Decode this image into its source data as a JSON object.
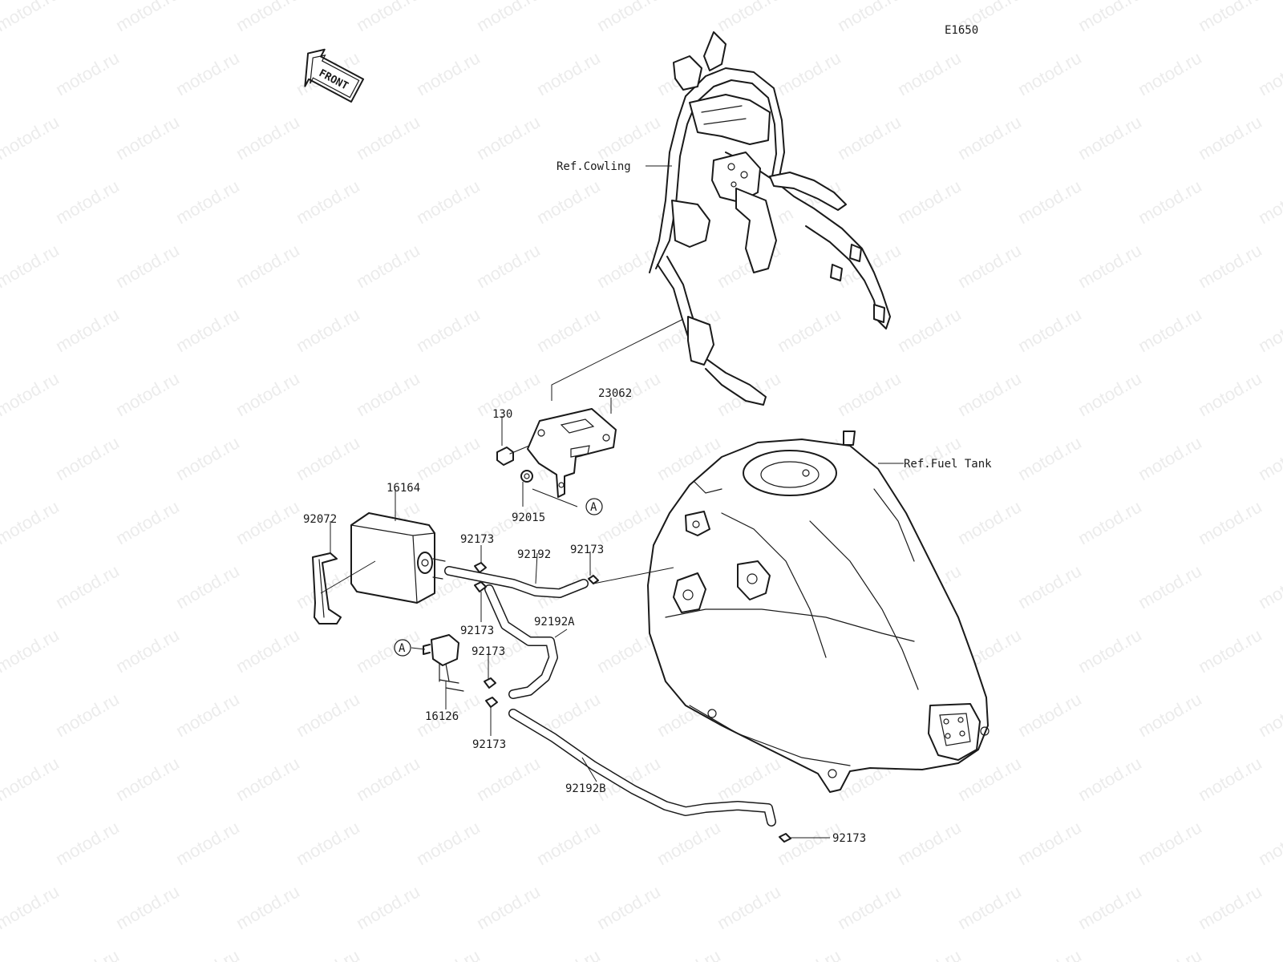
{
  "diagram": {
    "code": "E1650",
    "front_arrow_label": "FRONT",
    "watermark": "motod.ru",
    "refs": {
      "cowling": "Ref.Cowling",
      "fuel_tank": "Ref.Fuel Tank"
    },
    "parts": {
      "bracket": "23062",
      "bolt": "130",
      "nut": "92015",
      "canister": "16164",
      "canister_band": "92072",
      "valve": "16126",
      "hose": "92192",
      "hose_a": "92192A",
      "hose_b": "92192B",
      "clamp": "92173"
    },
    "callout_a": "A"
  }
}
